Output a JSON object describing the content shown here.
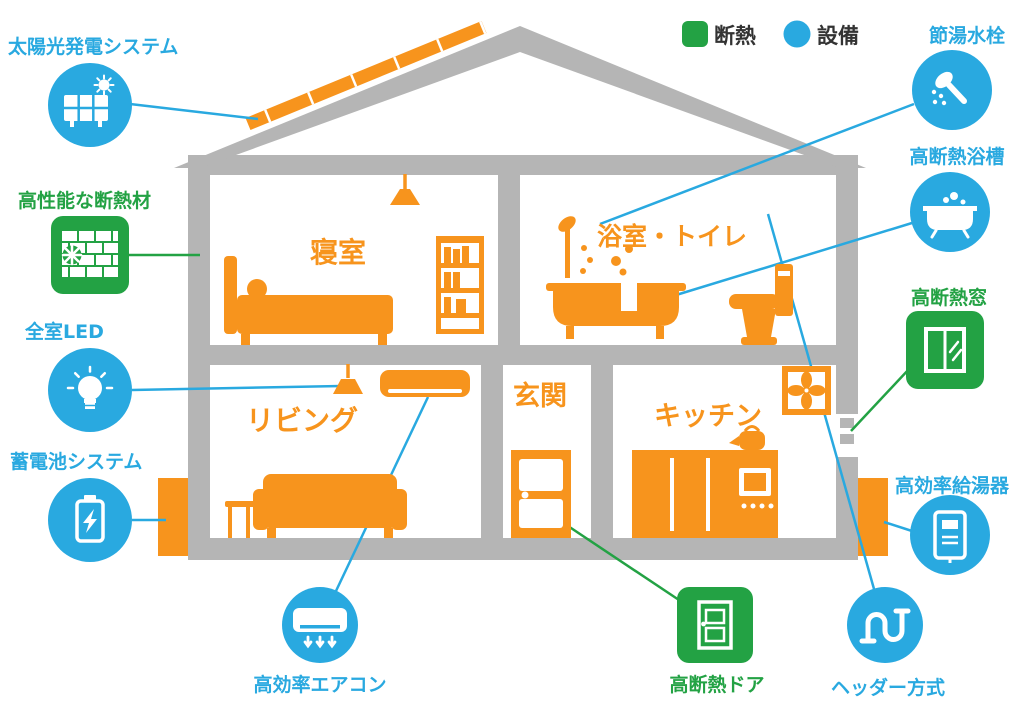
{
  "legend": {
    "insulation": {
      "label": "断熱",
      "color": "#23A244",
      "icon": "insulation-swatch"
    },
    "equipment": {
      "label": "設備",
      "color": "#29A9E0",
      "icon": "equipment-swatch"
    }
  },
  "rooms": {
    "bedroom": "寝室",
    "bathroom": "浴室・トイレ",
    "living": "リビング",
    "entrance": "玄関",
    "kitchen": "キッチン"
  },
  "callouts": {
    "solar": {
      "label": "太陽光発電システム",
      "category": "設備",
      "icon": "solar-panel-icon"
    },
    "insulation": {
      "label": "高性能な断熱材",
      "category": "断熱",
      "icon": "insulation-brick-icon"
    },
    "led": {
      "label": "全室LED",
      "category": "設備",
      "icon": "led-bulb-icon"
    },
    "battery": {
      "label": "蓄電池システム",
      "category": "設備",
      "icon": "battery-icon"
    },
    "faucet": {
      "label": "節湯水栓",
      "category": "設備",
      "icon": "shower-faucet-icon"
    },
    "bathtub": {
      "label": "高断熱浴槽",
      "category": "設備",
      "icon": "bathtub-icon"
    },
    "window": {
      "label": "高断熱窓",
      "category": "断熱",
      "icon": "window-icon"
    },
    "water_heater": {
      "label": "高効率給湯器",
      "category": "設備",
      "icon": "water-heater-icon"
    },
    "aircon": {
      "label": "高効率エアコン",
      "category": "設備",
      "icon": "air-conditioner-icon"
    },
    "door": {
      "label": "高断熱ドア",
      "category": "断熱",
      "icon": "insulated-door-icon"
    },
    "header": {
      "label": "ヘッダー方式",
      "category": "設備",
      "icon": "header-piping-icon"
    }
  },
  "colors": {
    "equipment_blue": "#29A9E0",
    "insulation_green": "#23A244",
    "house_gray": "#B5B5B5",
    "fixture_orange": "#F7941D"
  }
}
